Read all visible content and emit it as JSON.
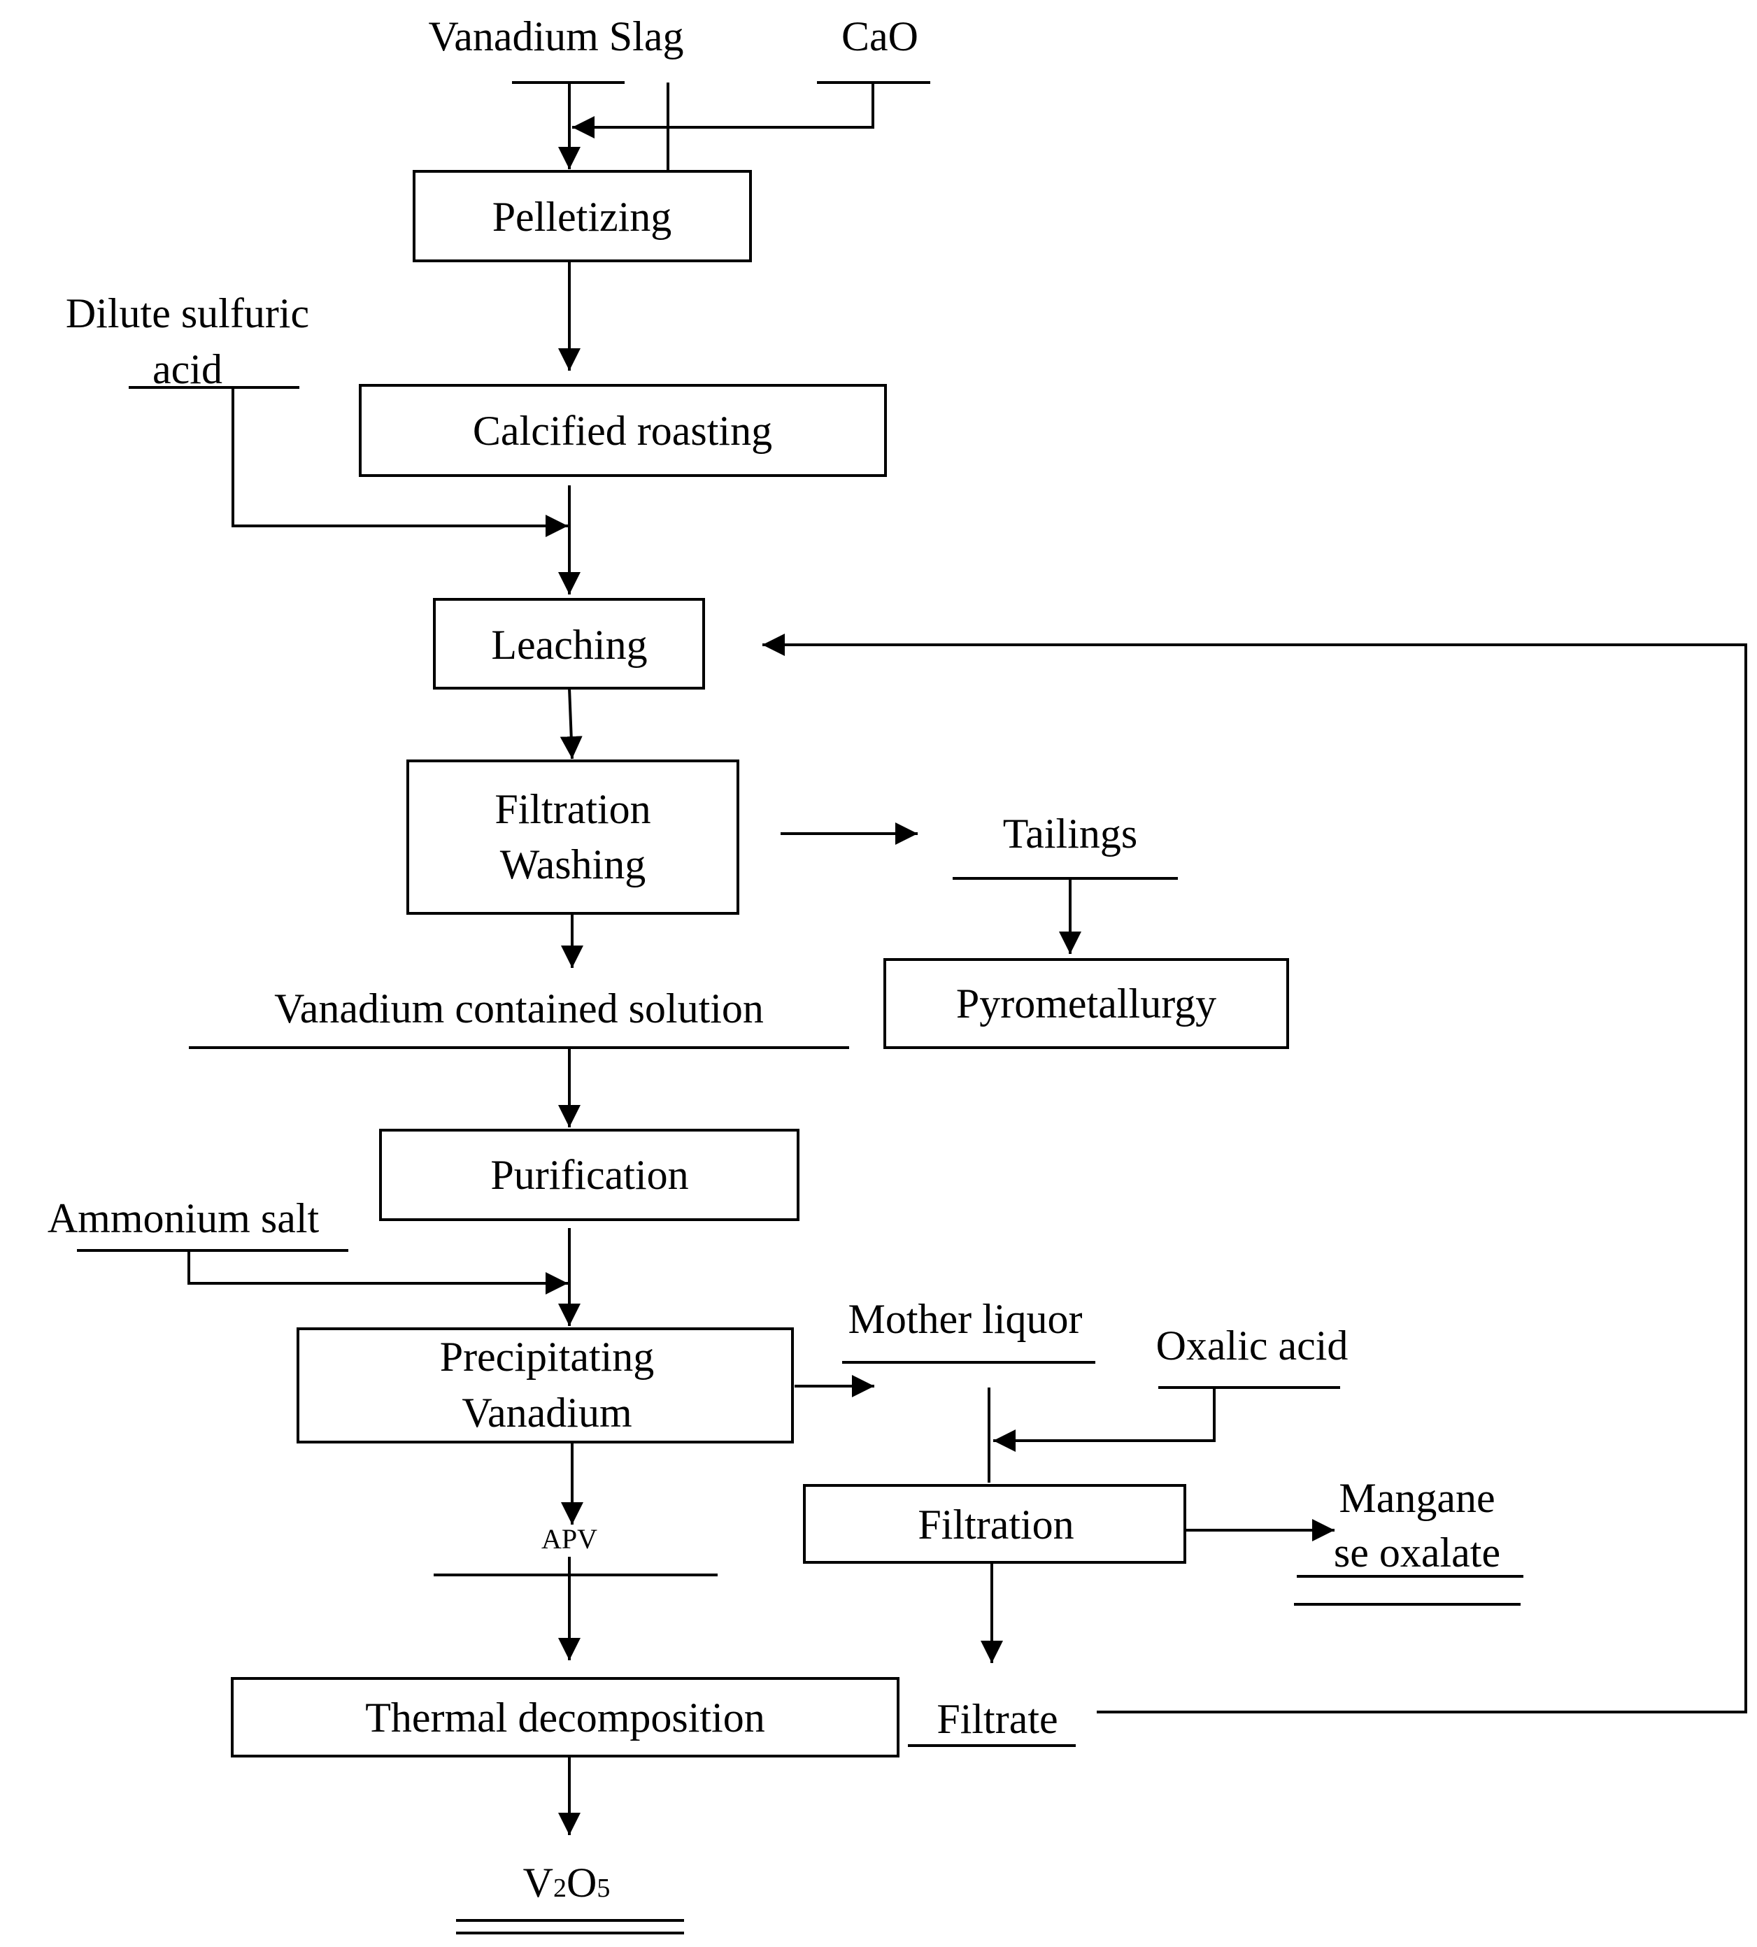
{
  "inputs": {
    "vanadium_slag": "Vanadium Slag",
    "cao": "CaO",
    "dilute_sulfuric_line1": "Dilute sulfuric",
    "dilute_sulfuric_line2": "acid",
    "ammonium_salt": "Ammonium salt",
    "oxalic_acid": "Oxalic acid"
  },
  "processes": {
    "pelletizing": "Pelletizing",
    "calcified_roasting": "Calcified roasting",
    "leaching": "Leaching",
    "filtration_washing_line1": "Filtration",
    "filtration_washing_line2": "Washing",
    "pyrometallurgy": "Pyrometallurgy",
    "purification": "Purification",
    "precipitating_line1": "Precipitating",
    "precipitating_line2": "Vanadium",
    "filtration": "Filtration",
    "thermal_decomposition": "Thermal decomposition"
  },
  "intermediates": {
    "tailings": "Tailings",
    "vanadium_solution": "Vanadium contained solution",
    "mother_liquor": "Mother liquor",
    "apv": "APV",
    "filtrate": "Filtrate"
  },
  "products": {
    "manganese_oxalate_line1": "Mangane",
    "manganese_oxalate_line2": "se oxalate",
    "v2o5_v": "V",
    "v2o5_sub1": "2",
    "v2o5_o": "O",
    "v2o5_sub2": "5"
  }
}
